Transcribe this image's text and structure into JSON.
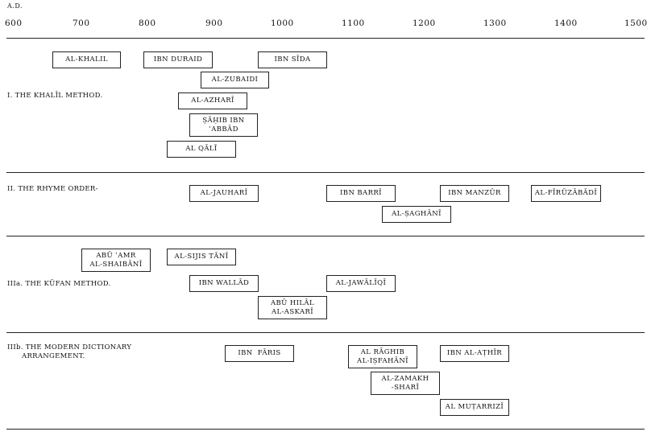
{
  "scale_label": "A.D.",
  "years": [
    "600",
    "700",
    "800",
    "900",
    "1000",
    "1100",
    "1200",
    "1300",
    "1400",
    "1500"
  ],
  "sections": [
    {
      "id": "khalil",
      "label": "I. THE KHALĪL METHOD."
    },
    {
      "id": "rhyme",
      "label": "II. THE RHYME ORDER-"
    },
    {
      "id": "kufan",
      "label": "IIIa. THE KŪFAN METHOD."
    },
    {
      "id": "modern",
      "label": "IIIb. THE MODERN DICTIONARY\n      ARRANGEMENT."
    }
  ],
  "boxes": [
    {
      "id": "al-khalil",
      "label": "AL-KHALIL"
    },
    {
      "id": "ibn-duraid",
      "label": "IBN DURAID"
    },
    {
      "id": "ibn-sida",
      "label": "IBN SĪDA"
    },
    {
      "id": "al-zubaidi",
      "label": "AL-ZUBAIDI"
    },
    {
      "id": "al-azhari",
      "label": "AL-AZHARĪ"
    },
    {
      "id": "sahib-ibn-abbad",
      "label": "ṢĀḤIB IBN\nʿABBĀD"
    },
    {
      "id": "al-qali",
      "label": "AL QĀLĪ"
    },
    {
      "id": "al-jauhari",
      "label": "AL-JAUHARĪ"
    },
    {
      "id": "ibn-barri",
      "label": "IBN BARRĪ"
    },
    {
      "id": "ibn-manzur",
      "label": "IBN MANZŪR"
    },
    {
      "id": "al-firuzabadi",
      "label": "AL-FĪRŪZĀBĀDĪ"
    },
    {
      "id": "al-saghani",
      "label": "AL-ṢAGHĀNĪ"
    },
    {
      "id": "abu-amr",
      "label": "ABŪ ʿAMR\nAL-SHAIBĀNĪ"
    },
    {
      "id": "al-sijistani",
      "label": "AL-SIJIS TĀNĪ"
    },
    {
      "id": "ibn-wallad",
      "label": "IBN WALLĀD"
    },
    {
      "id": "al-jawaliqi",
      "label": "AL-JAWĀLĪQĪ"
    },
    {
      "id": "abu-hilal",
      "label": "ABŪ HILĀL\nAL-ASKARĪ"
    },
    {
      "id": "ibn-faris",
      "label": "IBN  FĀRIS"
    },
    {
      "id": "al-raghib",
      "label": "AL RĀGHIB\nAL-IṢFAHĀNĪ"
    },
    {
      "id": "ibn-al-athir",
      "label": "IBN AL-AṬHĪR"
    },
    {
      "id": "al-zamakhshari",
      "label": "AL-ZAMAKH\n-SHARĪ"
    },
    {
      "id": "al-mutarrizi",
      "label": "AL MUṬARRIZĪ"
    }
  ]
}
